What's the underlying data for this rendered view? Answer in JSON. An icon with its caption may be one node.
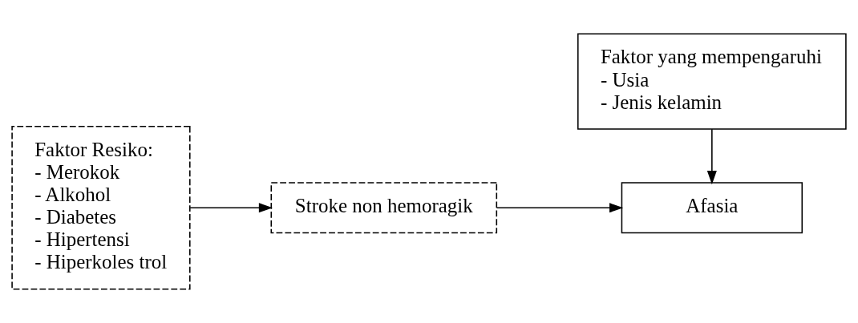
{
  "diagram": {
    "nodes": [
      {
        "text": [
          "Faktor Resiko:",
          "- Merokok",
          "- Alkohol",
          "- Diabetes",
          "- Hipertensi",
          "- Hiperkoles trol"
        ]
      },
      {
        "text": [
          "Stroke non hemoragik"
        ]
      },
      {
        "text": [
          "Afasia"
        ]
      },
      {
        "text": [
          "Faktor yang mempengaruhi",
          "- Usia",
          "- Jenis kelamin"
        ]
      }
    ],
    "edges": [
      {
        "from": 0,
        "to": 1,
        "arrow": "to"
      },
      {
        "from": 1,
        "to": 2,
        "arrow": "to"
      },
      {
        "from": 3,
        "to": 2,
        "arrow": "to"
      }
    ]
  }
}
